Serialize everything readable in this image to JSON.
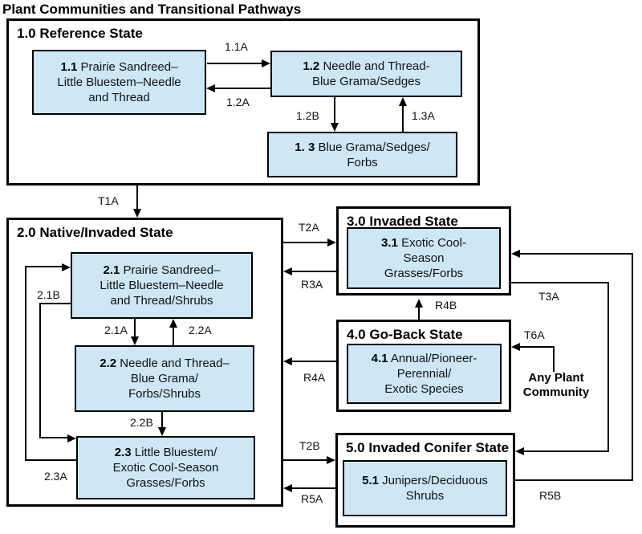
{
  "title": "Plant Communities and Transitional Pathways",
  "colors": {
    "community_fill": "#cde7f7",
    "line": "#000000",
    "background": "#ffffff"
  },
  "states": {
    "s1": {
      "label": "1.0 Reference State"
    },
    "s2": {
      "label": "2.0 Native/Invaded State"
    },
    "s3": {
      "label": "3.0 Invaded State"
    },
    "s4": {
      "label": "4.0 Go-Back State"
    },
    "s5": {
      "label": "5.0 Invaded Conifer State"
    }
  },
  "communities": {
    "c11": {
      "num": "1.1",
      "name": "Prairie Sandreed–\nLittle Bluestem–Needle\nand Thread"
    },
    "c12": {
      "num": "1.2",
      "name": "Needle and Thread-\nBlue Grama/Sedges"
    },
    "c13": {
      "num": "1. 3",
      "name": "Blue Grama/Sedges/\nForbs"
    },
    "c21": {
      "num": "2.1",
      "name": "Prairie Sandreed–\nLittle Bluestem–Needle\nand Thread/Shrubs"
    },
    "c22": {
      "num": "2.2",
      "name": "Needle and Thread–\nBlue Grama/\nForbs/Shrubs"
    },
    "c23": {
      "num": "2.3",
      "name": "Little Bluestem/\nExotic Cool-Season\nGrasses/Forbs"
    },
    "c31": {
      "num": "3.1",
      "name": "Exotic Cool-\nSeason\nGrasses/Forbs"
    },
    "c41": {
      "num": "4.1",
      "name": "Annual/Pioneer-\nPerennial/\nExotic Species"
    },
    "c51": {
      "num": "5.1",
      "name": "Junipers/Deciduous\nShrubs"
    }
  },
  "pathways": {
    "p11A": "1.1A",
    "p12A": "1.2A",
    "p12B": "1.2B",
    "p13A": "1.3A",
    "pT1A": "T1A",
    "p21A": "2.1A",
    "p21B": "2.1B",
    "p22A": "2.2A",
    "p22B": "2.2B",
    "p23A": "2.3A",
    "pT2A": "T2A",
    "pR3A": "R3A",
    "pR4A": "R4A",
    "pT2B": "T2B",
    "pR5A": "R5A",
    "pR4B": "R4B",
    "pT3A": "T3A",
    "pT6A": "T6A",
    "pR5B": "R5B"
  },
  "annotations": {
    "any_plant_community": "Any Plant Community"
  }
}
